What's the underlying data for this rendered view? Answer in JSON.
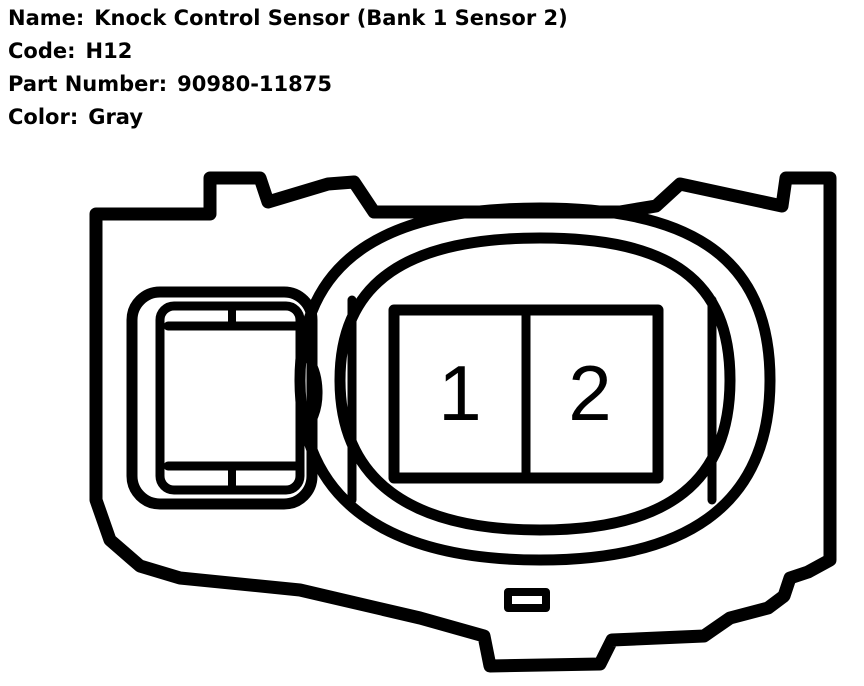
{
  "connector": {
    "name_label": "Name:",
    "name_value": "Knock Control Sensor (Bank 1 Sensor 2)",
    "code_label": "Code:",
    "code_value": "H12",
    "part_label": "Part Number:",
    "part_value": "90980-11875",
    "color_label": "Color:",
    "color_value": "Gray"
  },
  "pins": [
    {
      "number": "1"
    },
    {
      "number": "2"
    }
  ],
  "colors": {
    "line": "#000000",
    "background": "#ffffff"
  }
}
